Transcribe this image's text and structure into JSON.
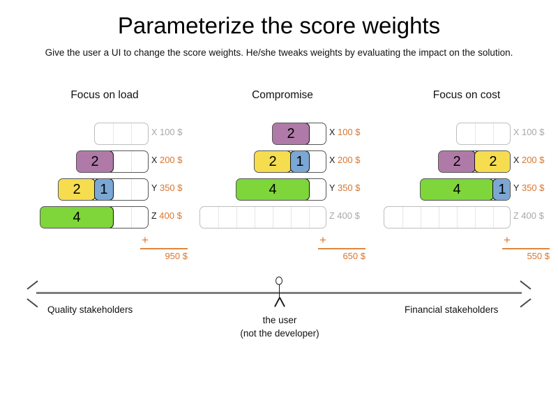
{
  "header": {
    "title": "Parameterize the score weights",
    "subtitle": "Give the user a UI to change the score weights. He/she tweaks weights by evaluating the impact on the solution."
  },
  "colors": {
    "purple": "#b07aa8",
    "yellow": "#f5dd4f",
    "blue": "#7ba7d4",
    "green": "#7ed63a",
    "orange": "#d9752e",
    "inactive_gray": "#a8a8a8",
    "axis_gray": "#7d7d7d"
  },
  "columns": [
    {
      "header": "Focus on load",
      "sum_plus": "+",
      "total": "950 $",
      "rows": [
        {
          "letter": "X",
          "price": "100 $",
          "active": false,
          "slots": 3,
          "segments": []
        },
        {
          "letter": "X",
          "price": "200 $",
          "active": true,
          "slots": 4,
          "segments": [
            {
              "value": "2",
              "units": 2,
              "color": "#b07aa8"
            }
          ]
        },
        {
          "letter": "Y",
          "price": "350 $",
          "active": true,
          "slots": 5,
          "segments": [
            {
              "value": "2",
              "units": 2,
              "color": "#f5dd4f"
            },
            {
              "value": "1",
              "units": 1,
              "color": "#7ba7d4"
            }
          ]
        },
        {
          "letter": "Z",
          "price": "400 $",
          "active": true,
          "slots": 6,
          "segments": [
            {
              "value": "4",
              "units": 4,
              "color": "#7ed63a"
            }
          ]
        }
      ]
    },
    {
      "header": "Compromise",
      "sum_plus": "+",
      "total": "650 $",
      "rows": [
        {
          "letter": "X",
          "price": "100 $",
          "active": true,
          "slots": 3,
          "segments": [
            {
              "value": "2",
              "units": 2,
              "color": "#b07aa8"
            }
          ]
        },
        {
          "letter": "X",
          "price": "200 $",
          "active": true,
          "slots": 4,
          "segments": [
            {
              "value": "2",
              "units": 2,
              "color": "#f5dd4f"
            },
            {
              "value": "1",
              "units": 1,
              "color": "#7ba7d4"
            }
          ]
        },
        {
          "letter": "Y",
          "price": "350 $",
          "active": true,
          "slots": 5,
          "segments": [
            {
              "value": "4",
              "units": 4,
              "color": "#7ed63a"
            }
          ]
        },
        {
          "letter": "Z",
          "price": "400 $",
          "active": false,
          "slots": 7,
          "segments": []
        }
      ]
    },
    {
      "header": "Focus on cost",
      "sum_plus": "+",
      "total": "550 $",
      "rows": [
        {
          "letter": "X",
          "price": "100 $",
          "active": false,
          "slots": 3,
          "segments": []
        },
        {
          "letter": "X",
          "price": "200 $",
          "active": true,
          "slots": 4,
          "segments": [
            {
              "value": "2",
              "units": 2,
              "color": "#b07aa8"
            },
            {
              "value": "2",
              "units": 2,
              "color": "#f5dd4f"
            }
          ]
        },
        {
          "letter": "Y",
          "price": "350 $",
          "active": true,
          "slots": 5,
          "segments": [
            {
              "value": "4",
              "units": 4,
              "color": "#7ed63a"
            },
            {
              "value": "1",
              "units": 1,
              "color": "#7ba7d4"
            }
          ]
        },
        {
          "letter": "Z",
          "price": "400 $",
          "active": false,
          "slots": 7,
          "segments": []
        }
      ]
    }
  ],
  "axis": {
    "left_label": "Quality stakeholders",
    "right_label": "Financial stakeholders",
    "figure_caption_line1": "the user",
    "figure_caption_line2": "(not the developer)"
  }
}
